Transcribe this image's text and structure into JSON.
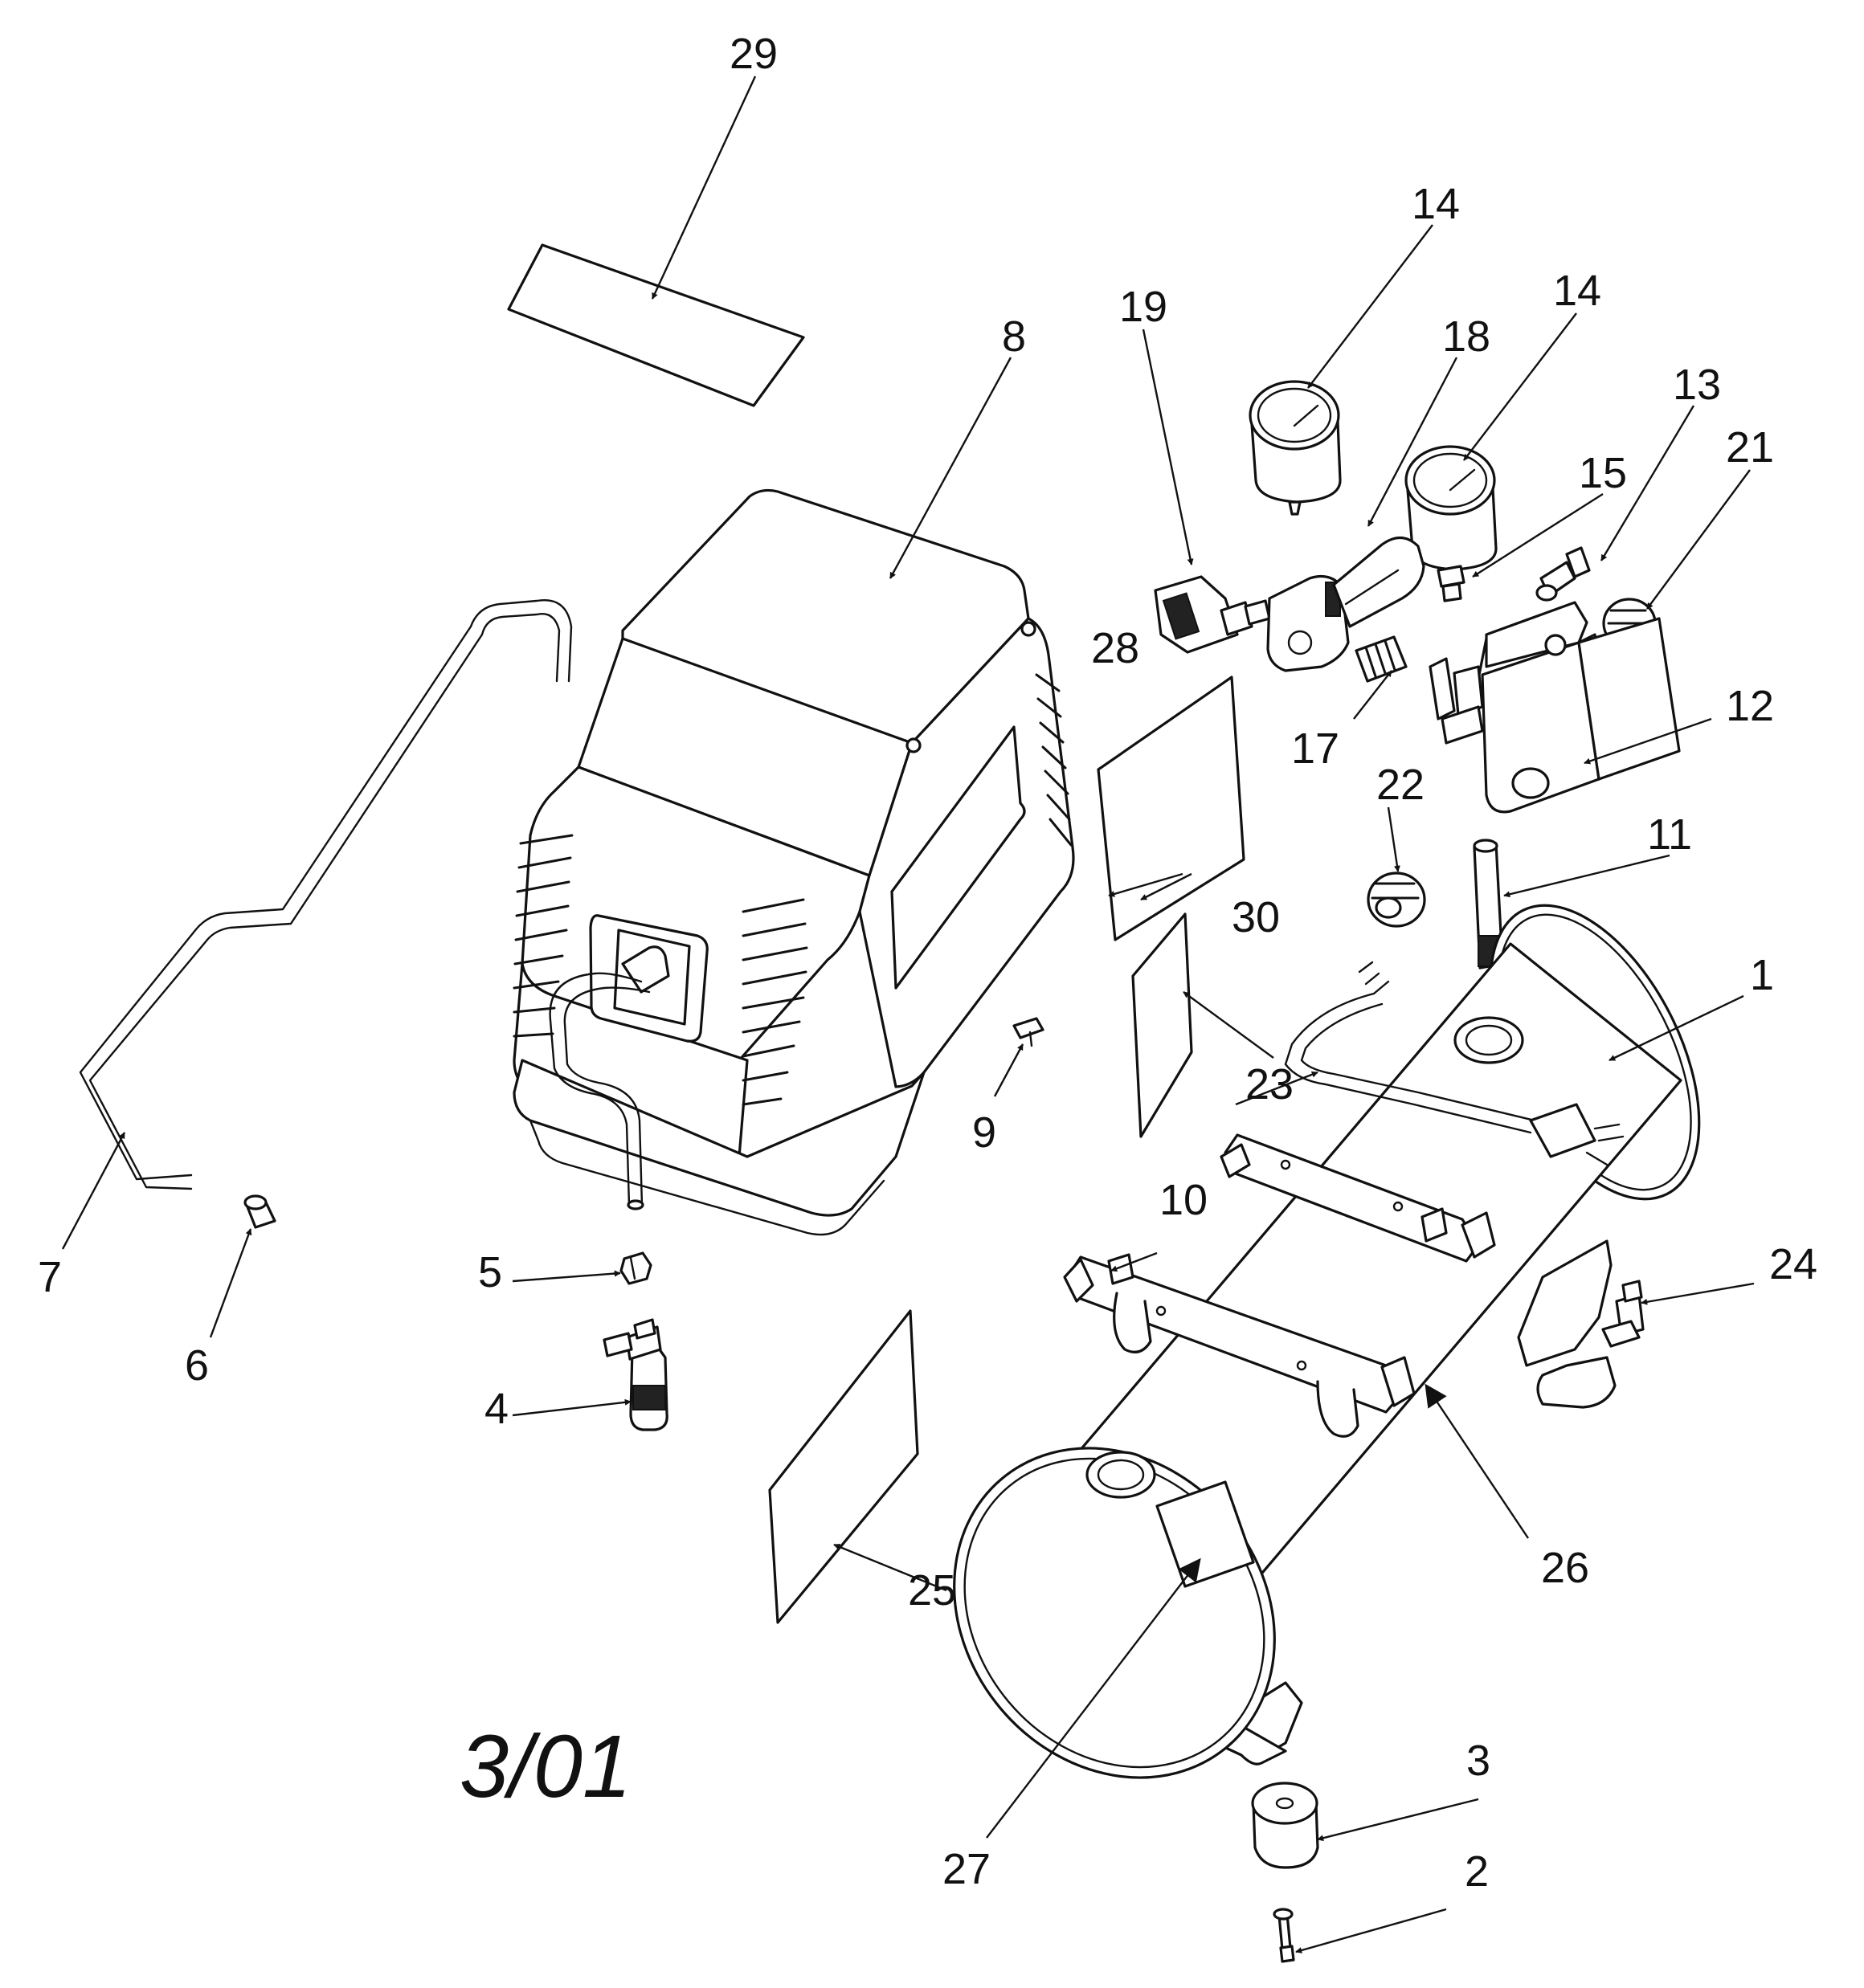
{
  "date_code": "3/01",
  "callouts": [
    {
      "id": "c1",
      "label": "1"
    },
    {
      "id": "c2",
      "label": "2"
    },
    {
      "id": "c3",
      "label": "3"
    },
    {
      "id": "c4",
      "label": "4"
    },
    {
      "id": "c5",
      "label": "5"
    },
    {
      "id": "c6",
      "label": "6"
    },
    {
      "id": "c7",
      "label": "7"
    },
    {
      "id": "c8",
      "label": "8"
    },
    {
      "id": "c9",
      "label": "9"
    },
    {
      "id": "c10",
      "label": "10"
    },
    {
      "id": "c11",
      "label": "11"
    },
    {
      "id": "c12",
      "label": "12"
    },
    {
      "id": "c13",
      "label": "13"
    },
    {
      "id": "c14a",
      "label": "14"
    },
    {
      "id": "c14b",
      "label": "14"
    },
    {
      "id": "c15",
      "label": "15"
    },
    {
      "id": "c17",
      "label": "17"
    },
    {
      "id": "c18",
      "label": "18"
    },
    {
      "id": "c19",
      "label": "19"
    },
    {
      "id": "c21",
      "label": "21"
    },
    {
      "id": "c22",
      "label": "22"
    },
    {
      "id": "c23",
      "label": "23"
    },
    {
      "id": "c24",
      "label": "24"
    },
    {
      "id": "c25",
      "label": "25"
    },
    {
      "id": "c26",
      "label": "26"
    },
    {
      "id": "c27",
      "label": "27"
    },
    {
      "id": "c28",
      "label": "28"
    },
    {
      "id": "c29",
      "label": "29"
    },
    {
      "id": "c30",
      "label": "30"
    }
  ]
}
